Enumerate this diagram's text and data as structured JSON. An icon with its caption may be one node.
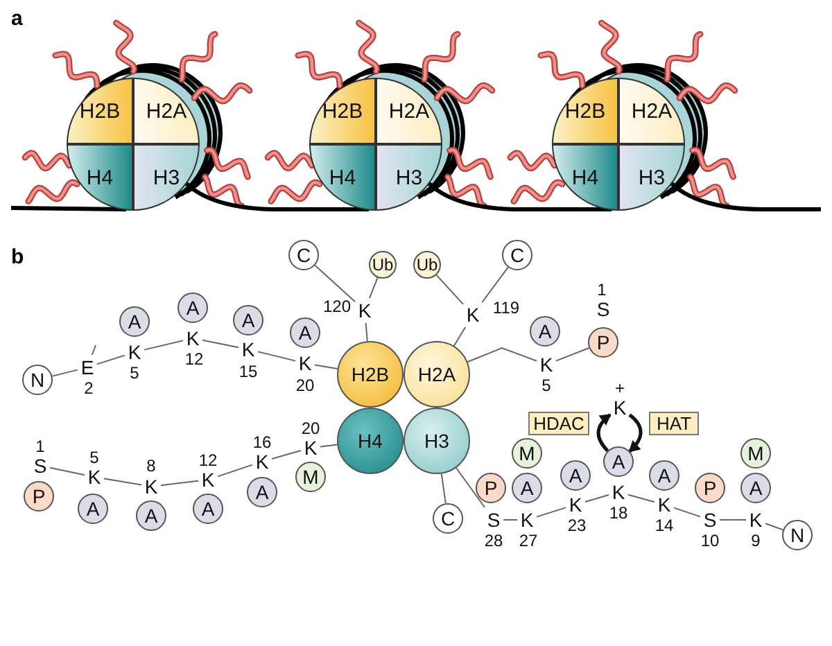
{
  "diagram": {
    "nodes": [
      {
        "text": [
          "H2B"
        ]
      },
      {
        "text": [
          "H2A"
        ]
      },
      {
        "text": [
          "H4"
        ]
      },
      {
        "text": [
          "H3"
        ]
      },
      {
        "text": [
          "H2B"
        ]
      },
      {
        "text": [
          "H2A"
        ]
      },
      {
        "text": [
          "H4"
        ]
      },
      {
        "text": [
          "H3"
        ]
      },
      {
        "text": [
          "H2B"
        ]
      },
      {
        "text": [
          "H2A"
        ]
      },
      {
        "text": [
          "H4"
        ]
      },
      {
        "text": [
          "H3"
        ]
      },
      {
        "text": [
          "C"
        ]
      },
      {
        "text": [
          "Ub"
        ]
      },
      {
        "text": [
          "Ub"
        ]
      },
      {
        "text": [
          "C"
        ]
      },
      {
        "text": [
          "K"
        ],
        "beside": [
          "120"
        ]
      },
      {
        "text": [
          "K"
        ],
        "beside": [
          "119"
        ]
      },
      {
        "text": [
          "S"
        ],
        "beside": [
          "1"
        ]
      },
      {
        "text": [
          "A"
        ]
      },
      {
        "text": [
          "A"
        ]
      },
      {
        "text": [
          "A"
        ]
      },
      {
        "text": [
          "A"
        ]
      },
      {
        "text": [
          "A"
        ]
      },
      {
        "text": [
          "P"
        ]
      },
      {
        "text": [
          "K"
        ],
        "beside": [
          "5"
        ]
      },
      {
        "text": [
          "K"
        ],
        "beside": [
          "12"
        ]
      },
      {
        "text": [
          "K"
        ],
        "beside": [
          "15"
        ]
      },
      {
        "text": [
          "K"
        ],
        "beside": [
          "20"
        ]
      },
      {
        "text": [
          "N"
        ]
      },
      {
        "text": [
          "E"
        ],
        "beside": [
          "2"
        ]
      },
      {
        "text": [
          "H2B"
        ]
      },
      {
        "text": [
          "H2A"
        ]
      },
      {
        "text": [
          "K"
        ],
        "beside": [
          "5"
        ]
      },
      {
        "text": [
          "K"
        ],
        "beside": [
          "+"
        ]
      },
      {
        "text": [
          "HDAC"
        ]
      },
      {
        "text": [
          "HAT"
        ]
      },
      {
        "text": [
          "H4"
        ]
      },
      {
        "text": [
          "H3"
        ]
      },
      {
        "text": [
          "S"
        ],
        "beside": [
          "1"
        ]
      },
      {
        "text": [
          "K"
        ],
        "beside": [
          "5"
        ]
      },
      {
        "text": [
          "K"
        ],
        "beside": [
          "8"
        ]
      },
      {
        "text": [
          "K"
        ],
        "beside": [
          "12"
        ]
      },
      {
        "text": [
          "K"
        ],
        "beside": [
          "16"
        ]
      },
      {
        "text": [
          "K"
        ],
        "beside": [
          "20"
        ]
      },
      {
        "text": [
          "P"
        ]
      },
      {
        "text": [
          "A"
        ]
      },
      {
        "text": [
          "A"
        ]
      },
      {
        "text": [
          "A"
        ]
      },
      {
        "text": [
          "A"
        ]
      },
      {
        "text": [
          "M"
        ]
      },
      {
        "text": [
          "M"
        ]
      },
      {
        "text": [
          "A"
        ]
      },
      {
        "text": [
          "M"
        ]
      },
      {
        "text": [
          "P"
        ]
      },
      {
        "text": [
          "A"
        ]
      },
      {
        "text": [
          "A"
        ]
      },
      {
        "text": [
          "A"
        ]
      },
      {
        "text": [
          "P"
        ]
      },
      {
        "text": [
          "A"
        ]
      },
      {
        "text": [
          "C"
        ]
      },
      {
        "text": [
          "S"
        ],
        "beside": [
          "28"
        ]
      },
      {
        "text": [
          "K"
        ],
        "beside": [
          "27"
        ]
      },
      {
        "text": [
          "K"
        ],
        "beside": [
          "23"
        ]
      },
      {
        "text": [
          "K"
        ],
        "beside": [
          "18"
        ]
      },
      {
        "text": [
          "K"
        ],
        "beside": [
          "14"
        ]
      },
      {
        "text": [
          "S"
        ],
        "beside": [
          "10"
        ]
      },
      {
        "text": [
          "K"
        ],
        "beside": [
          "9"
        ]
      },
      {
        "text": [
          "N"
        ]
      }
    ],
    "edges": [
      {
        "from": 29,
        "to": 30,
        "arrow": "none"
      },
      {
        "from": 30,
        "to": 25,
        "arrow": "none"
      },
      {
        "from": 25,
        "to": 26,
        "arrow": "none"
      },
      {
        "from": 26,
        "to": 27,
        "arrow": "none"
      },
      {
        "from": 27,
        "to": 28,
        "arrow": "none"
      },
      {
        "from": 28,
        "to": 31,
        "arrow": "none"
      },
      {
        "from": 16,
        "to": 31,
        "arrow": "none"
      },
      {
        "from": 16,
        "to": 12,
        "arrow": "none"
      },
      {
        "from": 16,
        "to": 13,
        "arrow": "none"
      },
      {
        "from": 17,
        "to": 32,
        "arrow": "none"
      },
      {
        "from": 17,
        "to": 14,
        "arrow": "none"
      },
      {
        "from": 17,
        "to": 15,
        "arrow": "none"
      },
      {
        "from": 33,
        "to": 32,
        "arrow": "none"
      },
      {
        "from": 33,
        "to": 24,
        "arrow": "none"
      },
      {
        "from": 39,
        "to": 40,
        "arrow": "none"
      },
      {
        "from": 40,
        "to": 41,
        "arrow": "none"
      },
      {
        "from": 41,
        "to": 42,
        "arrow": "none"
      },
      {
        "from": 42,
        "to": 43,
        "arrow": "none"
      },
      {
        "from": 43,
        "to": 44,
        "arrow": "none"
      },
      {
        "from": 44,
        "to": 37,
        "arrow": "none"
      },
      {
        "from": 38,
        "to": 60,
        "arrow": "none"
      },
      {
        "from": 38,
        "to": 61,
        "arrow": "none"
      },
      {
        "from": 61,
        "to": 62,
        "arrow": "none"
      },
      {
        "from": 62,
        "to": 63,
        "arrow": "none"
      },
      {
        "from": 63,
        "to": 64,
        "arrow": "none"
      },
      {
        "from": 64,
        "to": 65,
        "arrow": "none"
      },
      {
        "from": 65,
        "to": 66,
        "arrow": "none"
      },
      {
        "from": 66,
        "to": 67,
        "arrow": "none"
      },
      {
        "from": 67,
        "to": 68,
        "arrow": "none"
      },
      {
        "from": 52,
        "to": 34,
        "arrow": "to",
        "style": "thick"
      },
      {
        "from": 34,
        "to": 52,
        "arrow": "to",
        "style": "thick"
      },
      {
        "from": 30,
        "to": null,
        "arrow": "none"
      }
    ],
    "labels": [
      "a",
      "b"
    ]
  }
}
